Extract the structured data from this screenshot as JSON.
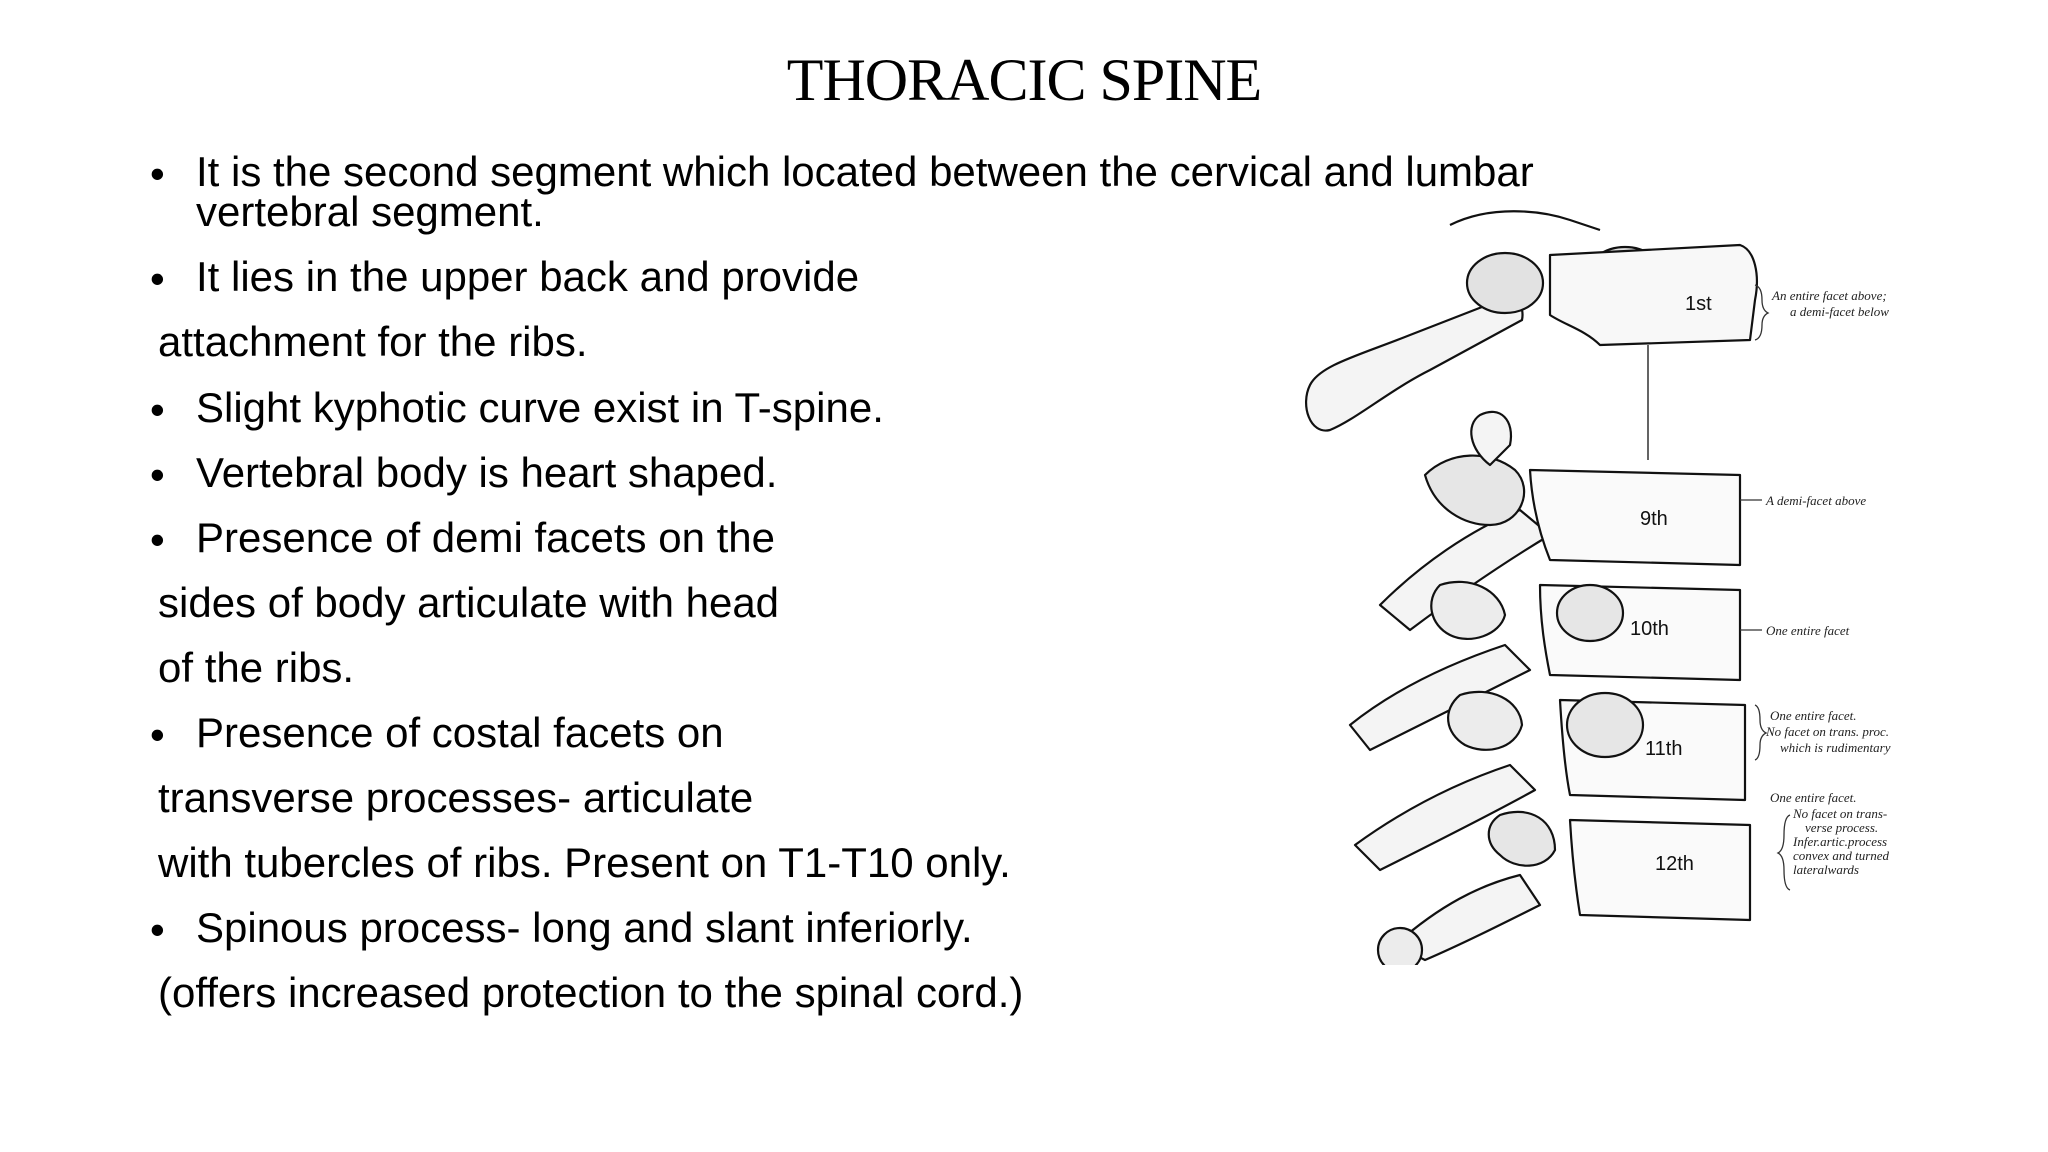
{
  "slide": {
    "title": "THORACIC SPINE",
    "bullet_char": "•",
    "lines": [
      "It is the second segment which located between the cervical and lumbar",
      "vertebral segment.",
      "It lies in the upper back and provide",
      "attachment for the ribs.",
      "Slight kyphotic curve exist in T-spine.",
      "Vertebral body is heart shaped.",
      "Presence of demi facets on the",
      "sides of body articulate with head",
      "of the ribs.",
      "Presence of costal facets on",
      "transverse processes- articulate",
      "with tubercles of ribs. Present on T1-T10 only.",
      "Spinous process- long and slant inferiorly.",
      "(offers increased protection to the spinal cord.)"
    ]
  },
  "figure": {
    "vertebra_labels": [
      "1st",
      "9th",
      "10th",
      "11th",
      "12th"
    ],
    "annotations": {
      "first": [
        "An entire facet above;",
        "a demi-facet below"
      ],
      "ninth": [
        "A demi-facet above"
      ],
      "tenth": [
        "One entire facet"
      ],
      "eleventh": [
        "One entire facet.",
        "No facet on trans. proc.",
        "which is rudimentary"
      ],
      "twelfth": [
        "One entire facet.",
        "No facet on trans-",
        "verse process.",
        "Infer.artic.process",
        "convex and turned",
        "lateralwards"
      ]
    }
  }
}
